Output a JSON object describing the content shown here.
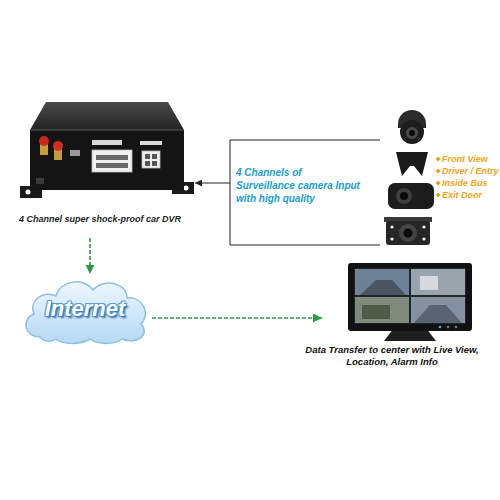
{
  "diagram": {
    "nodes": [
      {
        "text": [
          "4 Channel super shock-proof car DVR"
        ]
      },
      {
        "text": [
          "Front View",
          "Driver / Entry",
          "Inside Bus",
          "Exit Door"
        ]
      },
      {
        "text": [
          "Internet"
        ]
      },
      {
        "text": [
          "Data Transfer to center with Live View, Location, Alarm Info"
        ]
      }
    ],
    "edges": [
      {
        "from": 1,
        "to": 0,
        "arrow": "to",
        "label": "4 Channels of Surveillance camera Input with high quality"
      },
      {
        "from": 0,
        "to": 2,
        "arrow": "to"
      },
      {
        "from": 2,
        "to": 3,
        "arrow": "to"
      }
    ]
  }
}
